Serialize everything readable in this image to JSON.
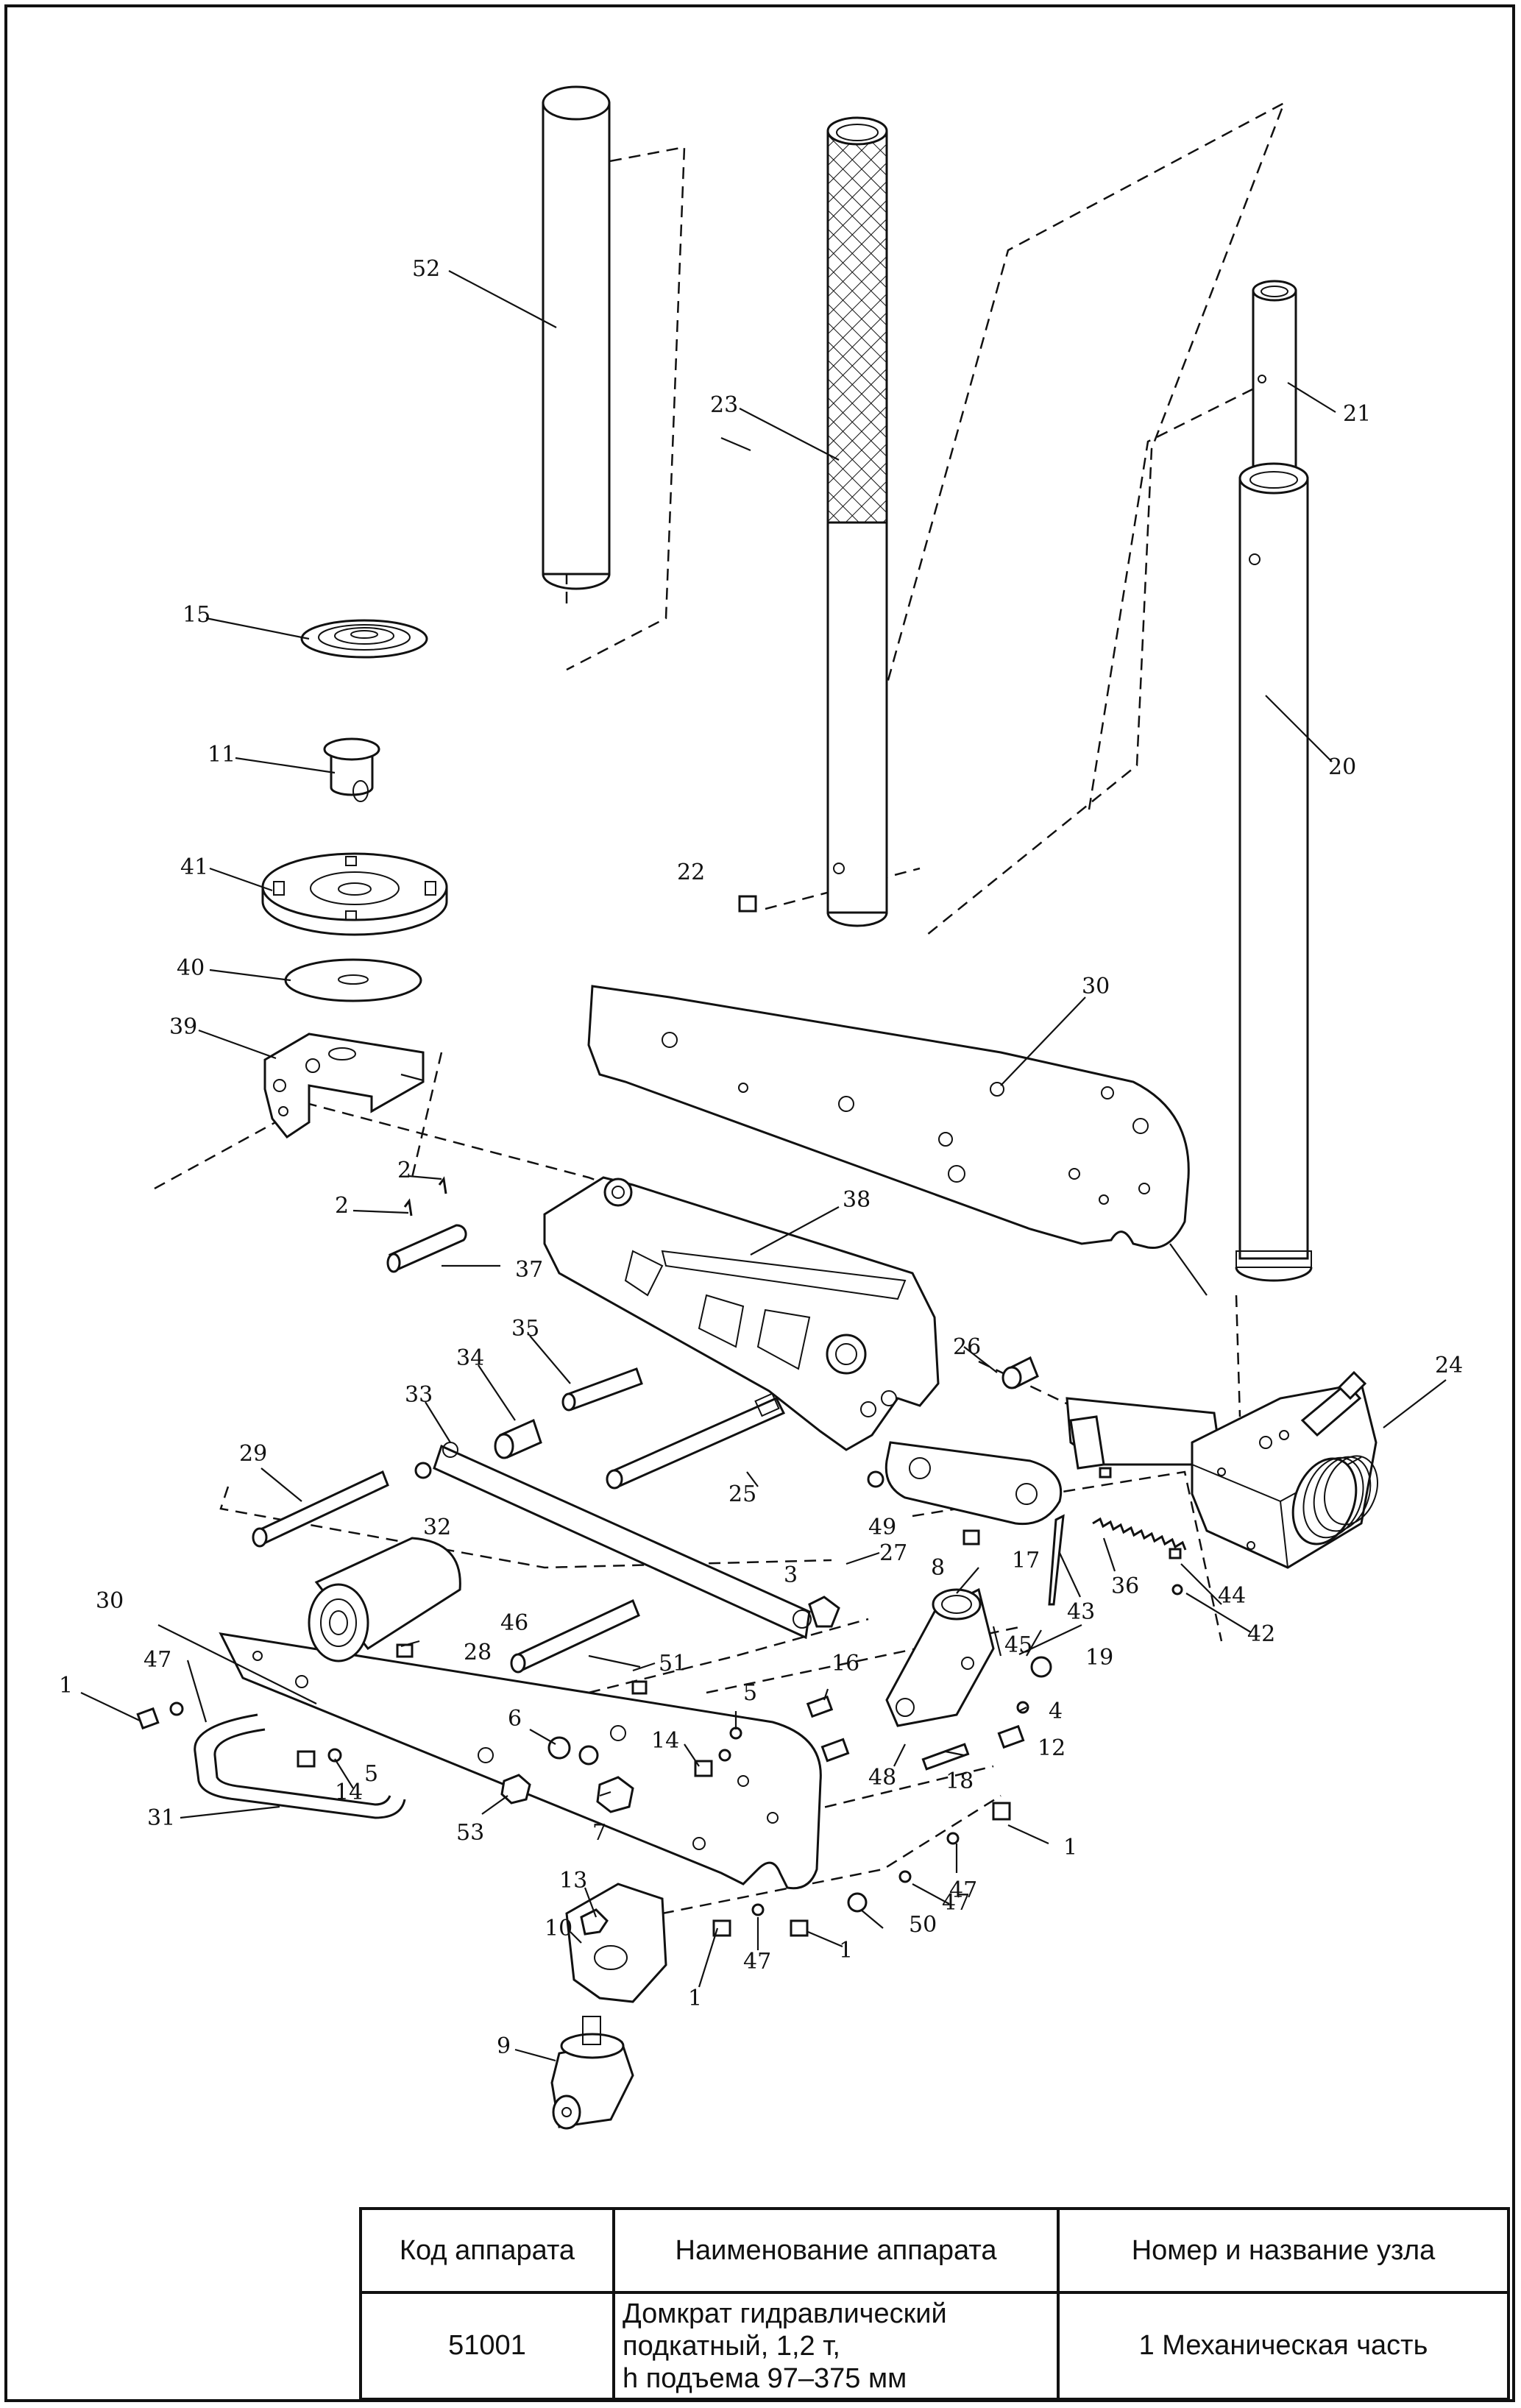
{
  "callouts": [
    "1",
    "2",
    "4",
    "5",
    "6",
    "7",
    "8",
    "9",
    "10",
    "11",
    "12",
    "13",
    "14",
    "15",
    "16",
    "17",
    "18",
    "19",
    "20",
    "21",
    "22",
    "23",
    "24",
    "25",
    "26",
    "27",
    "28",
    "29",
    "30",
    "31",
    "32",
    "33",
    "34",
    "35",
    "36",
    "37",
    "38",
    "39",
    "40",
    "41",
    "42",
    "43",
    "44",
    "45",
    "46",
    "47",
    "48",
    "49",
    "50",
    "51",
    "52",
    "53"
  ],
  "title_block": {
    "headers": [
      "Код аппарата",
      "Наименование аппарата",
      "Номер и название узла"
    ],
    "code": "51001",
    "name_lines": [
      "Домкрат гидравлический",
      "подкатный, 1,2 т,",
      "h подъема 97–375 мм"
    ],
    "assembly": "1 Механическая часть"
  }
}
